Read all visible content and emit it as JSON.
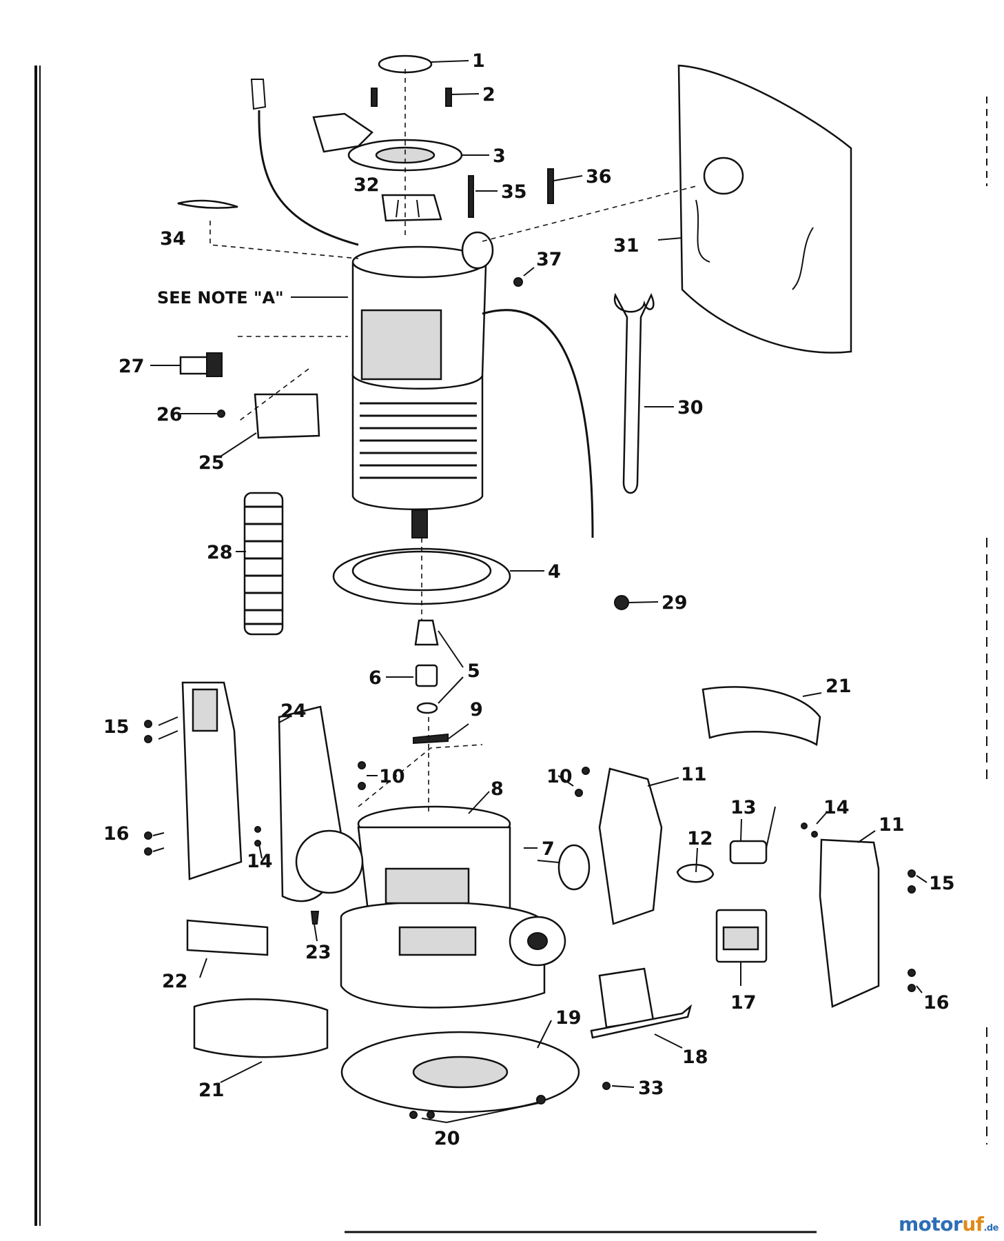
{
  "diagram": {
    "note_label": "SEE NOTE \"A\"",
    "callouts": [
      {
        "id": "c1",
        "text": "1"
      },
      {
        "id": "c2",
        "text": "2"
      },
      {
        "id": "c3",
        "text": "3"
      },
      {
        "id": "c4",
        "text": "4"
      },
      {
        "id": "c5",
        "text": "5"
      },
      {
        "id": "c6",
        "text": "6"
      },
      {
        "id": "c7",
        "text": "7"
      },
      {
        "id": "c8",
        "text": "8"
      },
      {
        "id": "c9",
        "text": "9"
      },
      {
        "id": "c10a",
        "text": "10"
      },
      {
        "id": "c10b",
        "text": "10"
      },
      {
        "id": "c11a",
        "text": "11"
      },
      {
        "id": "c11b",
        "text": "11"
      },
      {
        "id": "c12",
        "text": "12"
      },
      {
        "id": "c13",
        "text": "13"
      },
      {
        "id": "c14a",
        "text": "14"
      },
      {
        "id": "c14b",
        "text": "14"
      },
      {
        "id": "c15a",
        "text": "15"
      },
      {
        "id": "c15b",
        "text": "15"
      },
      {
        "id": "c16a",
        "text": "16"
      },
      {
        "id": "c16b",
        "text": "16"
      },
      {
        "id": "c17",
        "text": "17"
      },
      {
        "id": "c18",
        "text": "18"
      },
      {
        "id": "c19",
        "text": "19"
      },
      {
        "id": "c20",
        "text": "20"
      },
      {
        "id": "c21a",
        "text": "21"
      },
      {
        "id": "c21b",
        "text": "21"
      },
      {
        "id": "c22",
        "text": "22"
      },
      {
        "id": "c23",
        "text": "23"
      },
      {
        "id": "c24",
        "text": "24"
      },
      {
        "id": "c25",
        "text": "25"
      },
      {
        "id": "c26",
        "text": "26"
      },
      {
        "id": "c27",
        "text": "27"
      },
      {
        "id": "c28",
        "text": "28"
      },
      {
        "id": "c29",
        "text": "29"
      },
      {
        "id": "c30",
        "text": "30"
      },
      {
        "id": "c31",
        "text": "31"
      },
      {
        "id": "c32",
        "text": "32"
      },
      {
        "id": "c33",
        "text": "33"
      },
      {
        "id": "c34",
        "text": "34"
      },
      {
        "id": "c35",
        "text": "35"
      },
      {
        "id": "c36",
        "text": "36"
      },
      {
        "id": "c37",
        "text": "37"
      }
    ]
  },
  "watermark": {
    "main": "motor",
    "accent": "uf",
    "tld": ".de"
  }
}
